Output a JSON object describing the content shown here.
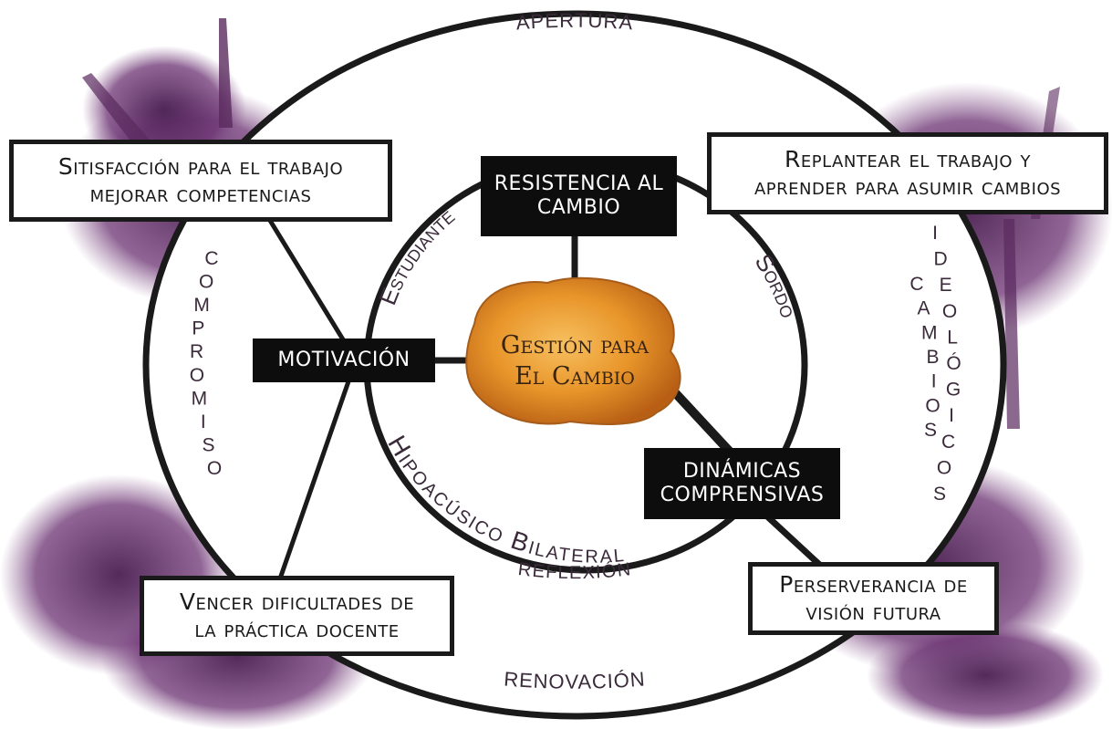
{
  "colors": {
    "outline": "#1a1a1a",
    "ink_stain": "#5a2a5e",
    "center_blob": "#e8952a",
    "text": "#3a2a3a"
  },
  "diagram": {
    "outer_ring": {
      "top": "APERTURA",
      "bottom": "RENOVACIÓN",
      "left": [
        "C",
        "O",
        "M",
        "P",
        "R",
        "O",
        "M",
        "I",
        "S",
        "O"
      ],
      "right_outer": [
        "I",
        "D",
        "E",
        "O",
        "L",
        "Ó",
        "G",
        "I",
        "C",
        "O",
        "S"
      ],
      "right_inner": [
        "C",
        "A",
        "M",
        "B",
        "I",
        "O",
        "S"
      ]
    },
    "inner_ring": {
      "upper_left": "Estudiante",
      "upper_right": "Sordo",
      "lower": "Hipoacúsico Bilateral",
      "bottom": "REFLEXIÓN"
    },
    "center": {
      "line1": "Gestión para",
      "line2": "El Cambio"
    },
    "dark_boxes": {
      "resistencia": [
        "RESISTENCIA AL",
        "CAMBIO"
      ],
      "motivacion": "MOTIVACIÓN",
      "dinamicas": [
        "DINÁMICAS",
        "COMPRENSIVAS"
      ]
    },
    "light_boxes": {
      "top_left": [
        "Sitisfacción para el trabajo",
        "mejorar competencias"
      ],
      "top_right": [
        "Replantear el trabajo y",
        "aprender para asumir cambios"
      ],
      "bottom_left": [
        "Vencer dificultades de",
        "la práctica docente"
      ],
      "bottom_right": [
        "Perserverancia de",
        "visión futura"
      ]
    }
  }
}
